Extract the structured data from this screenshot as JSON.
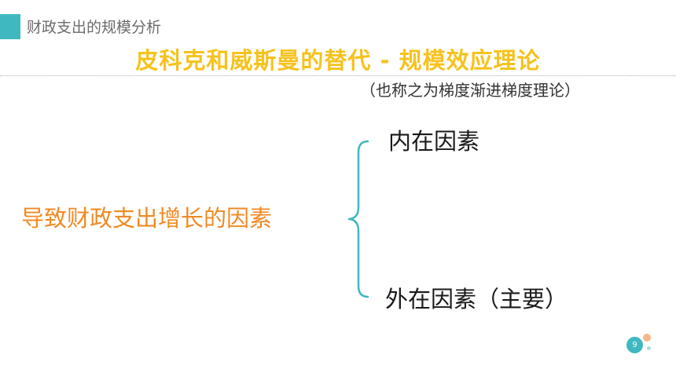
{
  "colors": {
    "accent_teal": "#3fb8c0",
    "title_yellow": "#f6c21c",
    "factor_orange": "#f08a24",
    "brace_teal": "#3fb8c0",
    "dot_orange": "#f6b88a",
    "dot_teal": "#a9dfe3"
  },
  "header": {
    "section_title": "财政支出的规模分析"
  },
  "slide": {
    "title": "皮科克和威斯曼的替代 - 规模效应理论",
    "subtitle": "（也称之为梯度渐进梯度理论）"
  },
  "diagram": {
    "main_factor": "导致财政支出增长的因素",
    "branches": [
      {
        "label": "内在因素"
      },
      {
        "label": "外在因素（主要）"
      }
    ]
  },
  "footer": {
    "page_number": "9"
  },
  "icons": {
    "brace": "curly-brace-icon"
  }
}
